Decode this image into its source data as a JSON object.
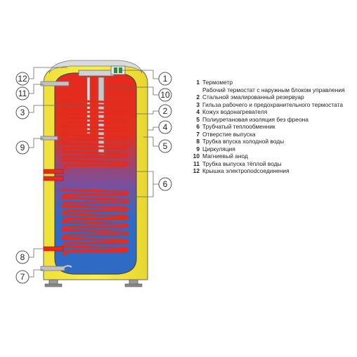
{
  "colors": {
    "jacket": "#f7e93d",
    "tank_top": "#e52a1e",
    "tank_bottom": "#2f6bc4",
    "coil": "#e52a1e",
    "pipe": "#b8bcbf",
    "outline": "#555555"
  },
  "callouts": {
    "left": [
      "12",
      "11",
      "3",
      "9",
      "8",
      "7"
    ],
    "right": [
      "1",
      "10",
      "2",
      "4",
      "5",
      "6"
    ]
  },
  "legend": [
    {
      "num": "1",
      "text": "Термометр",
      "sub": "Рабочий термостат с наружным блоком управления"
    },
    {
      "num": "2",
      "text": "Стальной эмалированный резервуар"
    },
    {
      "num": "3",
      "text": "Гильза рабочего и предохранительного термостата"
    },
    {
      "num": "4",
      "text": "Кожух водонагревателя"
    },
    {
      "num": "5",
      "text": "Полиуретановая изоляция без фреона"
    },
    {
      "num": "6",
      "text": "Трубчатый теплообменник"
    },
    {
      "num": "7",
      "text": " Отверстие выпуска"
    },
    {
      "num": "8",
      "text": "Трубка впуска холодной воды"
    },
    {
      "num": "9",
      "text": "Циркуляция"
    },
    {
      "num": "10",
      "text": "Магниевый анод"
    },
    {
      "num": "11",
      "text": "Трубка выпуска тёплой воды"
    },
    {
      "num": "12",
      "text": "Крышка электропodсоединения"
    }
  ]
}
